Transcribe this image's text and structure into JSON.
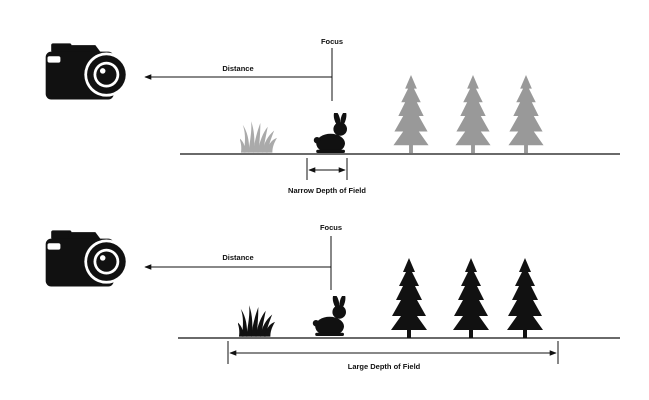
{
  "colors": {
    "background": "#ffffff",
    "ink": "#111111",
    "blurred": "#999999",
    "grass_blurred": "#aaaaaa"
  },
  "panels": [
    {
      "id": "narrow",
      "focus_label": "Focus",
      "distance_label": "Distance",
      "dof_label": "Narrow Depth of Field",
      "icons": [
        "camera-icon",
        "grass-icon",
        "rabbit-icon",
        "tree-icon",
        "tree-icon",
        "tree-icon"
      ],
      "grass_in_focus": false,
      "trees_in_focus": false
    },
    {
      "id": "large",
      "focus_label": "Focus",
      "distance_label": "Distance",
      "dof_label": "Large Depth of Field",
      "icons": [
        "camera-icon",
        "grass-icon",
        "rabbit-icon",
        "tree-icon",
        "tree-icon",
        "tree-icon"
      ],
      "grass_in_focus": true,
      "trees_in_focus": true
    }
  ]
}
